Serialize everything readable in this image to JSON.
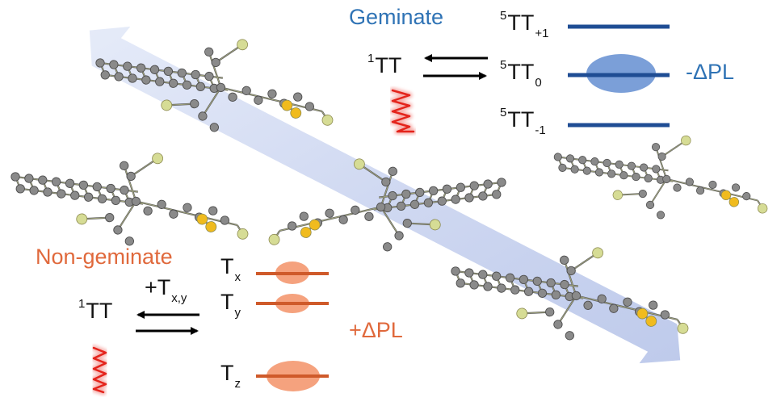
{
  "geminate": {
    "title": "Geminate",
    "singlet": {
      "sup": "1",
      "main": "TT"
    },
    "levels": [
      {
        "sup": "5",
        "main": "TT",
        "sub": "+1"
      },
      {
        "sup": "5",
        "main": "TT",
        "sub": "0"
      },
      {
        "sup": "5",
        "main": "TT",
        "sub": "-1"
      }
    ],
    "signal": "-ΔPL"
  },
  "nongeminate": {
    "title": "Non-geminate",
    "singlet": {
      "sup": "1",
      "main": "TT"
    },
    "arrow_label": {
      "main": "+T",
      "sub": "x,y"
    },
    "levels": [
      {
        "main": "T",
        "sub": "x"
      },
      {
        "main": "T",
        "sub": "y"
      },
      {
        "main": "T",
        "sub": "z"
      }
    ],
    "signal": "+ΔPL"
  },
  "colors": {
    "geminate_text": "#2f73b5",
    "geminate_level": "#1f4d94",
    "geminate_population": "#7b9fd8",
    "nongeminate_text": "#e0693c",
    "nongeminate_level": "#cf5a2a",
    "nongeminate_population": "#f5a27e",
    "transport_arrow": "#c9d3ee",
    "photon": "#e4241c",
    "carbon": "#8a8a8a",
    "fluorine": "#d6dc95",
    "sulfur": "#f0bb1e"
  }
}
